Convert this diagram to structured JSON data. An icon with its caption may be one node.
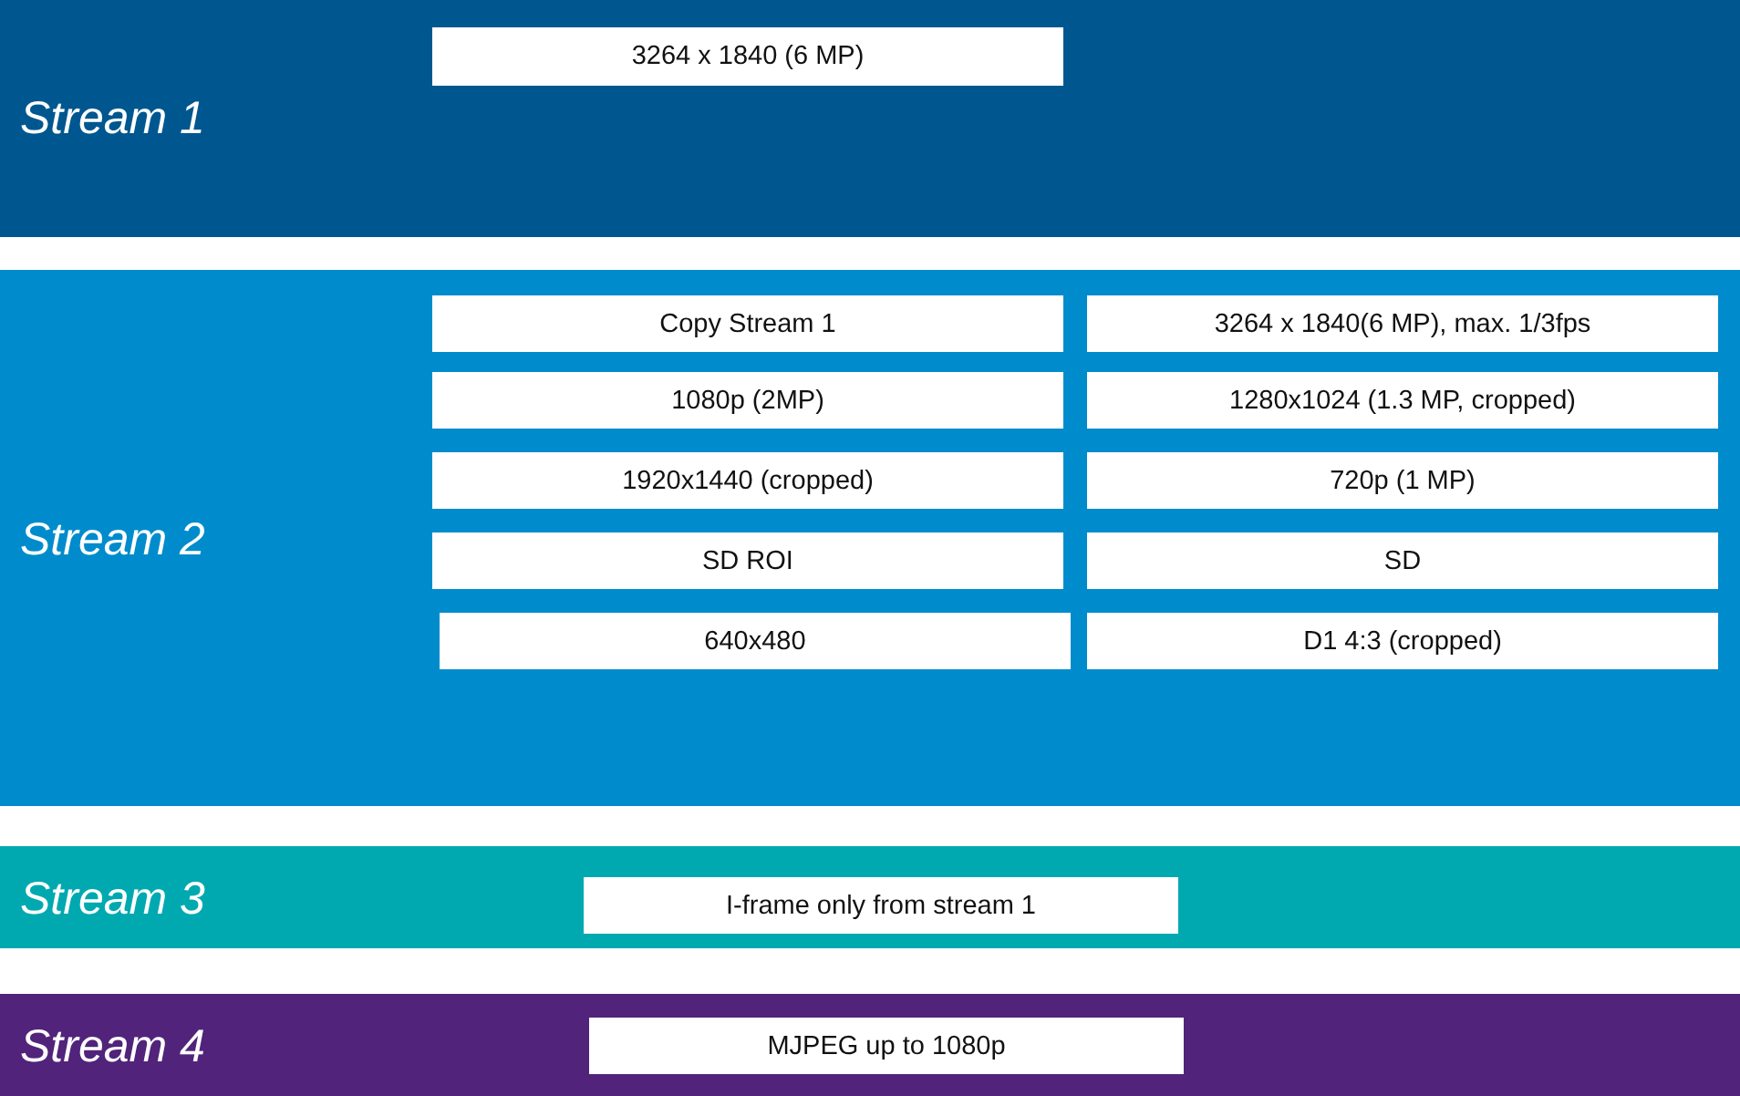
{
  "diagram": {
    "nodes": [
      {
        "text": [
          "Stream 1"
        ]
      },
      {
        "text": [
          "3264 x 1840 (6 MP)"
        ],
        "in": 0
      },
      {
        "text": [
          "Stream 2"
        ]
      },
      {
        "text": [
          "Copy Stream 1"
        ],
        "in": 2
      },
      {
        "text": [
          "3264 x 1840(6 MP), max. 1/3fps"
        ],
        "in": 2
      },
      {
        "text": [
          "1080p (2MP)"
        ],
        "in": 2
      },
      {
        "text": [
          "1280x1024 (1.3 MP, cropped)"
        ],
        "in": 2
      },
      {
        "text": [
          "1920x1440 (cropped)"
        ],
        "in": 2
      },
      {
        "text": [
          "720p (1 MP)"
        ],
        "in": 2
      },
      {
        "text": [
          "SD ROI"
        ],
        "in": 2
      },
      {
        "text": [
          "SD"
        ],
        "in": 2
      },
      {
        "text": [
          "640x480"
        ],
        "in": 2
      },
      {
        "text": [
          "D1 4:3 (cropped)"
        ],
        "in": 2
      },
      {
        "text": [
          "Stream 3"
        ]
      },
      {
        "text": [
          "I-frame only from stream 1"
        ],
        "in": 13
      },
      {
        "text": [
          "Stream 4"
        ]
      },
      {
        "text": [
          "MJPEG up to 1080p"
        ],
        "in": 15
      }
    ]
  }
}
